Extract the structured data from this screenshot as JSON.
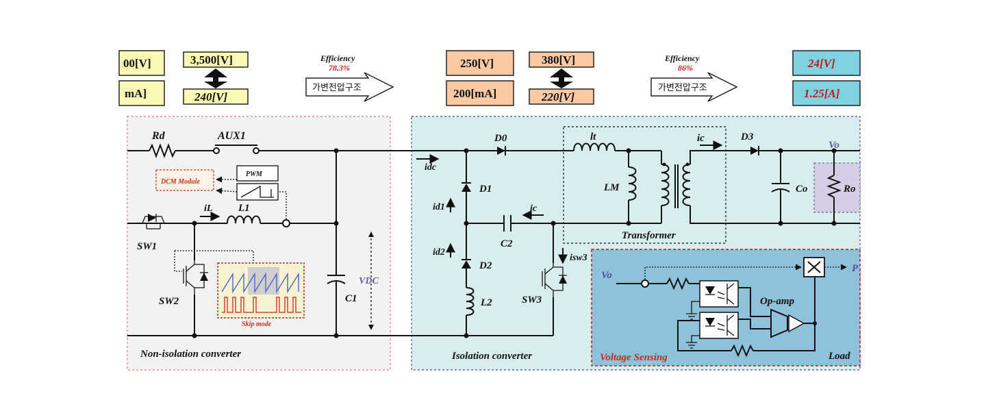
{
  "colors": {
    "stage1_box": "#fafab4",
    "stage2_box": "#f9c9a4",
    "stage3_box": "#7fd3e0",
    "efficiency_value": "#e02020",
    "non_isolation_bg": "#f2f2f2",
    "isolation_bg": "#d8eeee",
    "voltage_sensing_bg": "#8fc1da",
    "load_bg": "#d4cde3",
    "dcm_text": "#d0301e",
    "skip_bg": "#f7f2d2",
    "vo_text": "#6060a0"
  },
  "top_row": {
    "stage1": {
      "input_voltage": "00[V]",
      "input_current": "mA]",
      "high_voltage": "3,500[V]",
      "low_voltage": "240[V]"
    },
    "efficiency1": {
      "label": "Efficiency",
      "value": "78.3%",
      "arrow_text": "가변전압구조"
    },
    "stage2": {
      "voltage": "250[V]",
      "current": "200[mA]",
      "high_voltage": "380[V]",
      "low_voltage": "220[V]"
    },
    "efficiency2": {
      "label": "Efficiency",
      "value": "86%",
      "arrow_text": "가변전압구조"
    },
    "stage3": {
      "voltage": "24[V]",
      "current": "1.25[A]"
    }
  },
  "non_isolation": {
    "title": "Non-isolation converter",
    "labels": {
      "rd": "Rd",
      "aux1": "AUX1",
      "pwm": "PWM",
      "dcm": "DCM Module",
      "il": "iL",
      "l1": "L1",
      "sw1": "SW1",
      "sw2": "SW2",
      "skip": "Skip mode",
      "c1": "C1",
      "vdc": "VDC"
    }
  },
  "isolation": {
    "title": "Isolation converter",
    "labels": {
      "idc": "idc",
      "d0": "D0",
      "d1": "D1",
      "id1": "id1",
      "ic": "ic",
      "c2": "C2",
      "id2": "id2",
      "d2": "D2",
      "l2": "L2",
      "isw3": "isw3",
      "sw3": "SW3",
      "lt": "lt",
      "lm": "LM",
      "ic2": "ic",
      "transformer": "Transformer",
      "d3": "D3",
      "vo": "Vo",
      "co": "Co",
      "ro": "Ro"
    }
  },
  "voltage_sensing": {
    "title": "Voltage Sensing",
    "vo": "Vo",
    "opamp": "Op-amp",
    "load": "Load",
    "out": "P"
  }
}
